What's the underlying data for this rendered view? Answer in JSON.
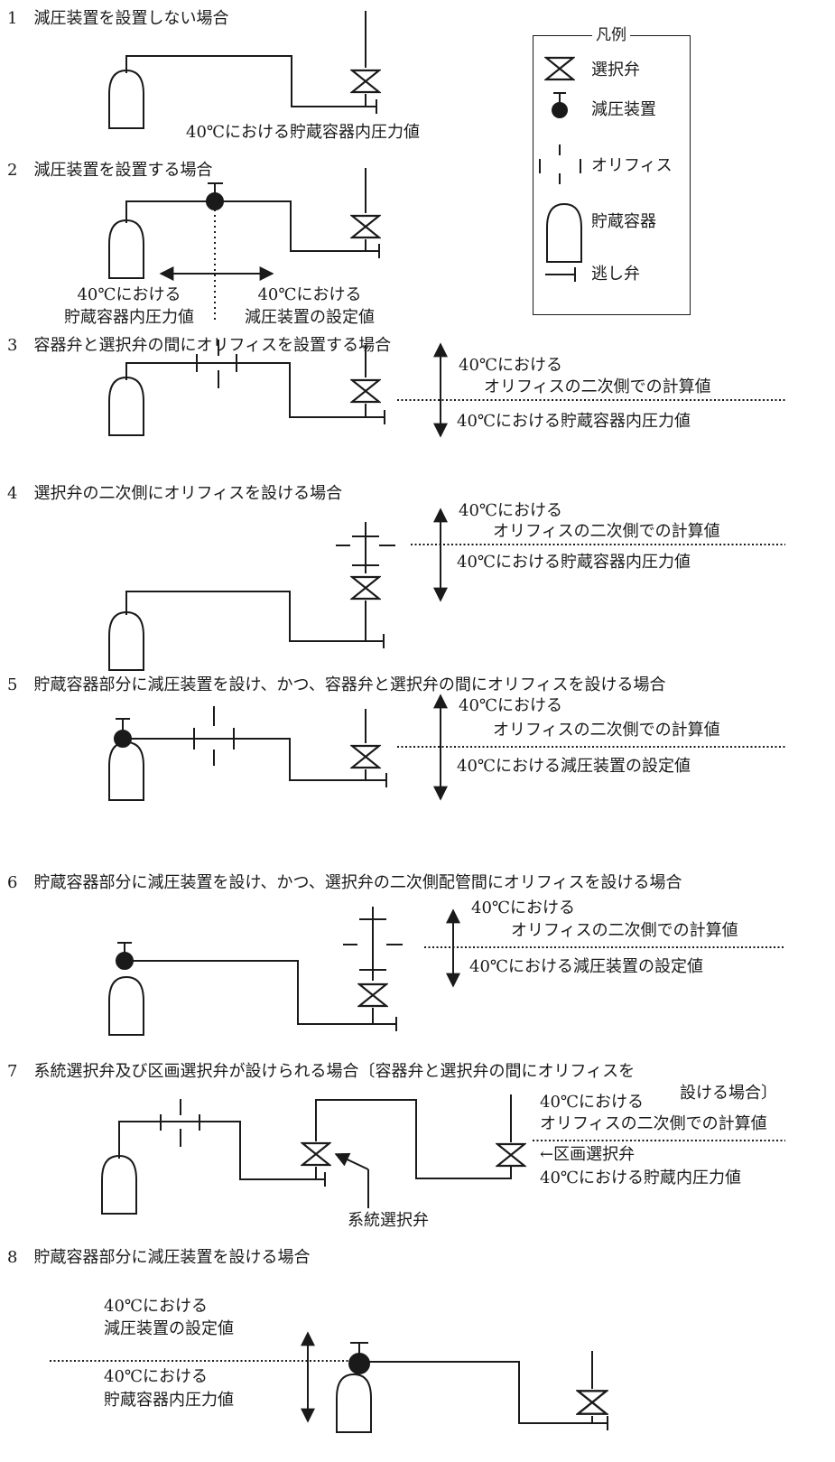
{
  "legend": {
    "title": "凡例",
    "items": [
      {
        "symbol": "selector-valve-icon",
        "label": "選択弁"
      },
      {
        "symbol": "pressure-reducer-icon",
        "label": "減圧装置"
      },
      {
        "symbol": "orifice-icon",
        "label": "オリフィス"
      },
      {
        "symbol": "storage-container-icon",
        "label": "貯蔵容器"
      },
      {
        "symbol": "relief-valve-icon",
        "label": "逃し弁"
      }
    ]
  },
  "cases": [
    {
      "title": "1　減圧装置を設置しない場合",
      "labels": [
        "40℃における貯蔵容器内圧力値"
      ]
    },
    {
      "title": "2　減圧装置を設置する場合",
      "left_label": [
        "40℃における",
        "貯蔵容器内圧力値"
      ],
      "right_label": [
        "40℃における",
        "減圧装置の設定値"
      ]
    },
    {
      "title": "3　容器弁と選択弁の間にオリフィスを設置する場合",
      "upper": [
        "40℃における",
        "オリフィスの二次側での計算値"
      ],
      "lower": "40℃における貯蔵容器内圧力値"
    },
    {
      "title": "4　選択弁の二次側にオリフィスを設ける場合",
      "upper": [
        "40℃における",
        "オリフィスの二次側での計算値"
      ],
      "lower": "40℃における貯蔵容器内圧力値"
    },
    {
      "title": "5　貯蔵容器部分に減圧装置を設け、かつ、容器弁と選択弁の間にオリフィスを設ける場合",
      "upper": [
        "40℃における",
        "オリフィスの二次側での計算値"
      ],
      "lower": "40℃における減圧装置の設定値"
    },
    {
      "title": "6　貯蔵容器部分に減圧装置を設け、かつ、選択弁の二次側配管間にオリフィスを設ける場合",
      "upper": [
        "40℃における",
        "オリフィスの二次側での計算値"
      ],
      "lower": "40℃における減圧装置の設定値"
    },
    {
      "title": "7　系統選択弁及び区画選択弁が設けられる場合〔容器弁と選択弁の間にオリフィスを",
      "title_cont": "設ける場合〕",
      "upper": [
        "40℃における",
        "オリフィスの二次側での計算値"
      ],
      "lower": [
        "←区画選択弁",
        "40℃における貯蔵内圧力値"
      ],
      "system_valve": "系統選択弁"
    },
    {
      "title": "8　貯蔵容器部分に減圧装置を設ける場合",
      "upper": [
        "40℃における",
        "減圧装置の設定値"
      ],
      "lower": [
        "40℃における",
        "貯蔵容器内圧力値"
      ]
    }
  ]
}
